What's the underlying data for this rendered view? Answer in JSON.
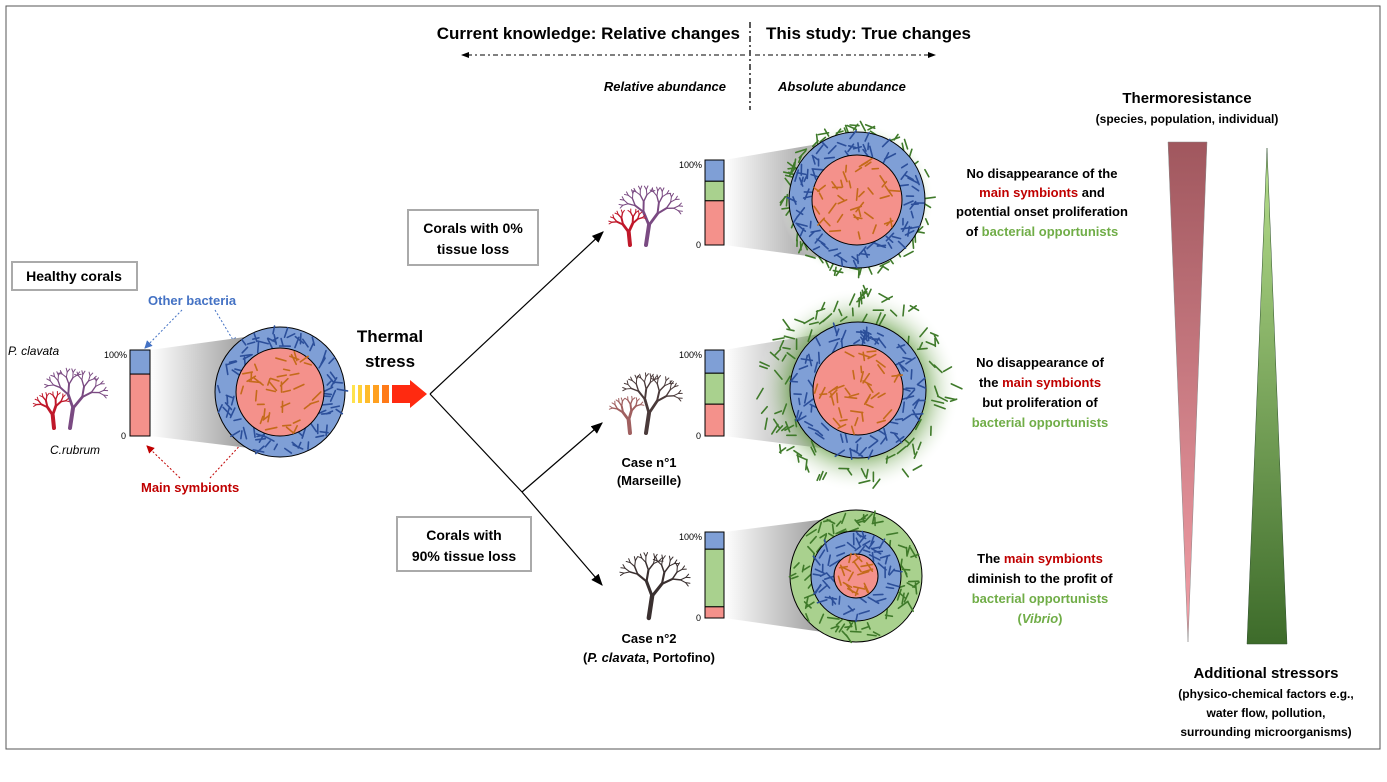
{
  "header": {
    "left_title": "Current knowledge: Relative changes",
    "right_title": "This study: True changes",
    "left_sub": "Relative abundance",
    "right_sub": "Absolute abundance"
  },
  "healthy": {
    "box_label": "Healthy corals",
    "species_top": "P. clavata",
    "species_bottom": "C.rubrum",
    "other_bacteria": "Other bacteria",
    "main_symbionts": "Main symbionts"
  },
  "bar_labels": {
    "top": "100%",
    "bottom": "0"
  },
  "thermal": {
    "line1": "Thermal",
    "line2": "stress"
  },
  "branch_top": {
    "line1": "Corals with 0%",
    "line2": "tissue loss"
  },
  "branch_bottom": {
    "line1": "Corals with",
    "line2": "90% tissue loss"
  },
  "case1": {
    "line1": "Case n°1",
    "line2": "(Marseille)"
  },
  "case2": {
    "line1": "Case n°2",
    "line2_species": "P. clavata",
    "line2_rest": ", Portofino)",
    "line2_open": "("
  },
  "outcome1": {
    "l1": "No disappearance of the",
    "l2_red": "main symbionts",
    "l2_rest": " and",
    "l3": "potential onset proliferation",
    "l4_pre": "of ",
    "l4_green": "bacterial opportunists"
  },
  "outcome2": {
    "l1": "No disappearance of",
    "l2_pre": "the ",
    "l2_red": "main symbionts",
    "l3": "but proliferation of",
    "l4_green": "bacterial opportunists"
  },
  "outcome3": {
    "l1_pre": "The ",
    "l1_red": "main symbionts",
    "l2": "diminish to the profit of",
    "l3_green": "bacterial opportunists",
    "l4_open": "(",
    "l4_italic": "Vibrio",
    "l4_close": ")"
  },
  "thermoresistance": {
    "title": "Thermoresistance",
    "sub": "(species, population, individual)"
  },
  "stressors": {
    "title": "Additional stressors",
    "l1": "(physico-chemical factors e.g.,",
    "l2": "water flow, pollution,",
    "l3": "surrounding microorganisms)"
  },
  "colors": {
    "red_text": "#c00000",
    "green_text": "#70ad47",
    "blue_text": "#4472c4",
    "symbiont_fill": "#f4918b",
    "other_fill": "#7f9fd6",
    "opportunist_fill": "#a9d18e"
  },
  "bars": {
    "healthy": [
      0.28,
      0.0,
      0.72
    ],
    "case0": [
      0.25,
      0.23,
      0.52
    ],
    "case1": [
      0.27,
      0.36,
      0.37
    ],
    "case2": [
      0.2,
      0.67,
      0.13
    ]
  }
}
